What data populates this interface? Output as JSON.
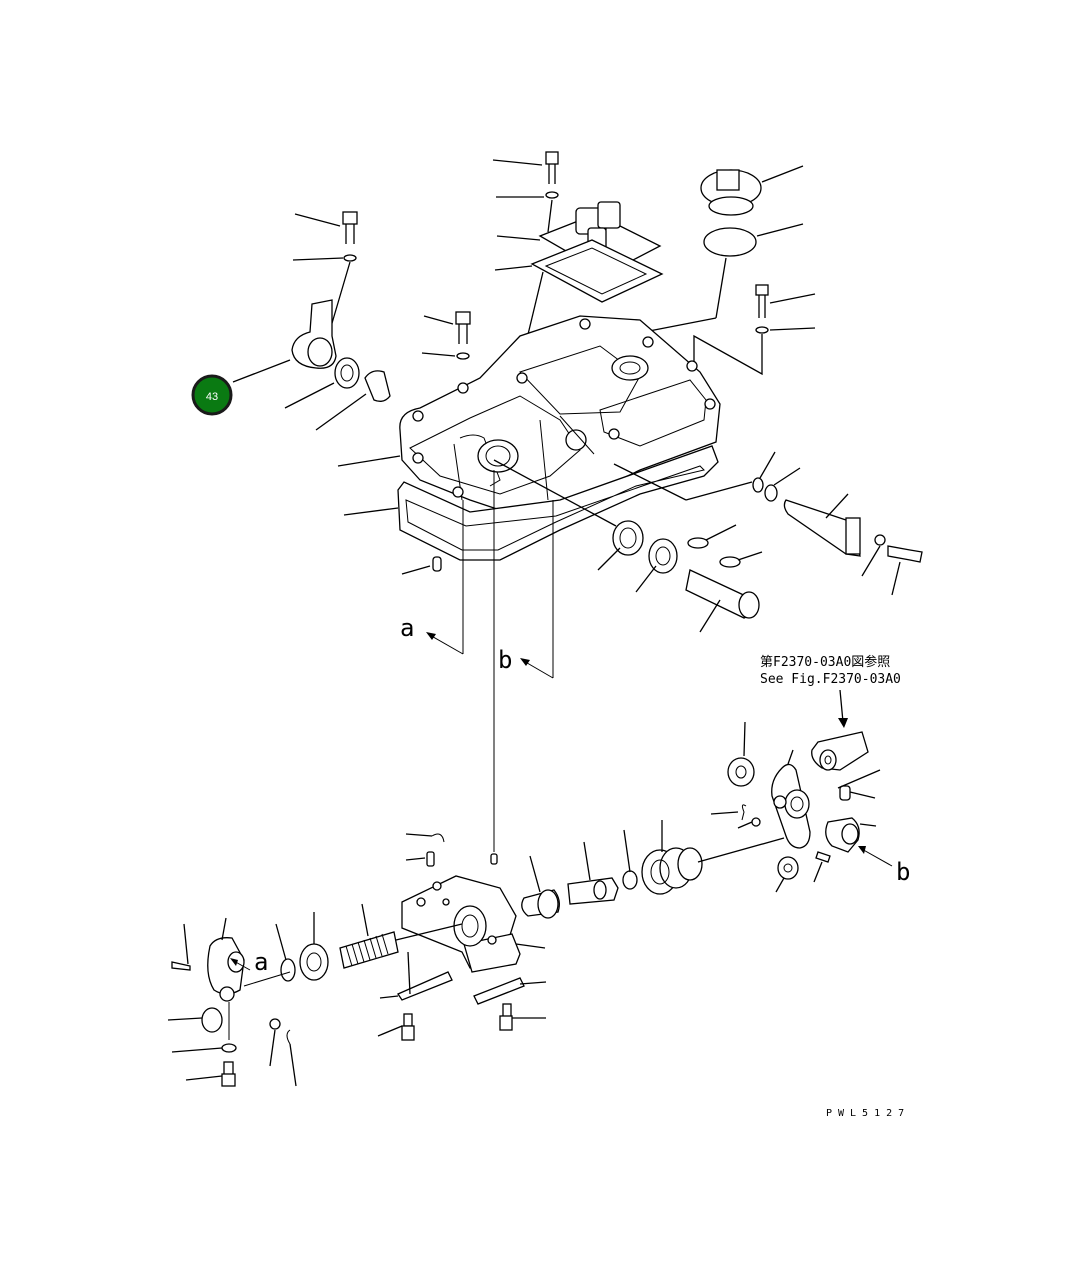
{
  "callouts": [
    {
      "number": "43",
      "color": "#0a7a12",
      "ring": "#1a1a1a"
    }
  ],
  "refs": {
    "jp": "第F2370-03A0図参照",
    "en": "See Fig.F2370-03A0"
  },
  "letters": {
    "a_top": "a",
    "b_top": "b",
    "b_right": "b",
    "a_left": "a"
  },
  "drawing_code": "PWL5127"
}
